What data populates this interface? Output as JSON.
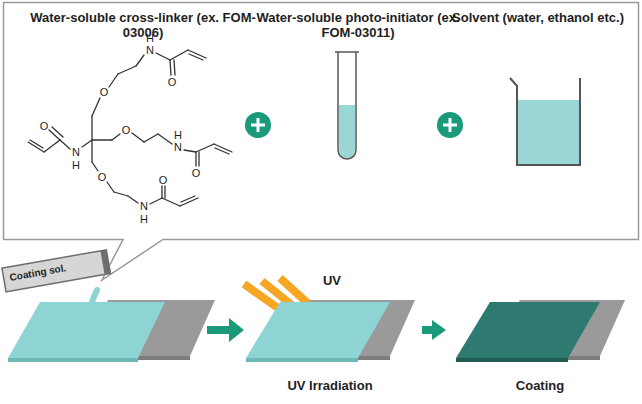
{
  "diagram": {
    "nodes": [
      {
        "text": [
          "Water-soluble cross-linker (ex. FOM-03006)",
          "Water-soluble photo-initiator (ex. FOM-03011)",
          "Solvent (water, ethanol etc.)"
        ]
      },
      {
        "text": [
          "Coating sol."
        ]
      },
      {
        "text": [
          "UV Irradiation"
        ]
      },
      {
        "text": [
          "Coating"
        ]
      }
    ],
    "edges": [
      {
        "from": 2,
        "to": 3,
        "arrow": "to"
      }
    ],
    "labels": [
      "H",
      "N",
      "O",
      "O",
      "O",
      "O",
      "H",
      "N",
      "N",
      "H",
      "O",
      "O",
      "O",
      "N",
      "H",
      "UV"
    ]
  }
}
